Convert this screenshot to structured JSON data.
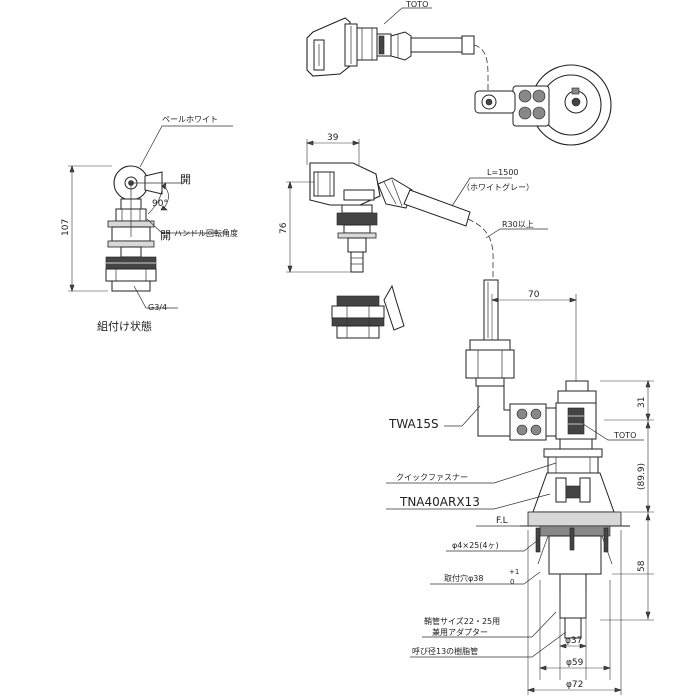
{
  "labels": {
    "toto_top": "TOTO",
    "pale_white": "ペールホワイト",
    "open_top": "開",
    "open_bottom": "開",
    "angle_90": "90°",
    "handle_angle": "ハンドル回転角度",
    "dim_107": "107",
    "thread_g34": "G3/4",
    "assembled_state": "組付け状態",
    "dim_39": "39",
    "dim_76": "76",
    "hose_length": "L=1500",
    "hose_color": "（ホワイトグレー）",
    "bend_radius": "R30以上",
    "dim_70": "70",
    "dim_31": "31",
    "twa15s": "TWA15S",
    "toto_right": "TOTO",
    "dim_89_9": "(89.9)",
    "quick_fastener": "クイックファスナー",
    "tna40arx13": "TNA40ARX13",
    "fl": "F.L",
    "screw_spec": "φ4×25(4ヶ)",
    "mount_hole": "取付穴φ38",
    "tol_plus": "+1",
    "tol_zero": "0",
    "dim_58": "58",
    "adapter_line1": "鞘管サイズ22・25用",
    "adapter_line2": "兼用アダプター",
    "resin_pipe": "呼び径13の樹脂管",
    "dim_37": "φ37",
    "dim_59": "φ59",
    "dim_72": "φ72"
  }
}
